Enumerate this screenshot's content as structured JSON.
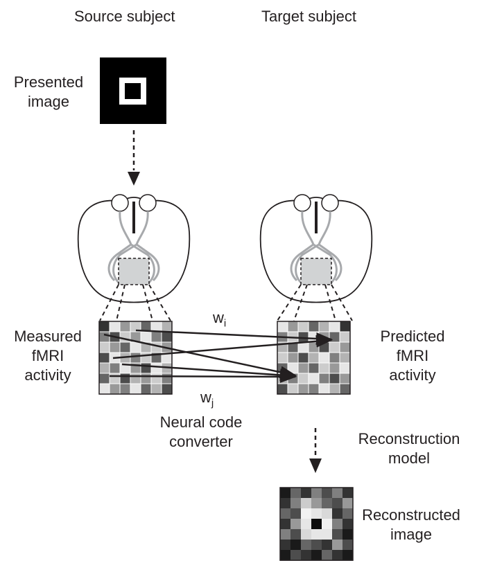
{
  "columns": {
    "source": "Source subject",
    "target": "Target subject"
  },
  "labels": {
    "presented_line1": "Presented",
    "presented_line2": "image",
    "measured_line1": "Measured",
    "measured_line2": "fMRI",
    "measured_line3": "activity",
    "predicted_line1": "Predicted",
    "predicted_line2": "fMRI",
    "predicted_line3": "activity",
    "weight_i_base": "w",
    "weight_i_sub": "i",
    "weight_j_base": "w",
    "weight_j_sub": "j",
    "converter_line1": "Neural code",
    "converter_line2": "converter",
    "recon_model_line1": "Reconstruction",
    "recon_model_line2": "model",
    "recon_image_line1": "Reconstructed",
    "recon_image_line2": "image"
  },
  "colors": {
    "text": "#231f20",
    "brain_outline": "#231f20",
    "brain_pathway": "#a7a9ac",
    "roi_fill": "#d1d3d4"
  },
  "voxel_grid_size": 7,
  "source_voxels": [
    [
      0.2,
      0.9,
      0.6,
      0.8,
      0.4,
      0.9,
      0.7
    ],
    [
      0.5,
      0.3,
      0.8,
      0.6,
      0.9,
      0.5,
      0.3
    ],
    [
      0.8,
      0.6,
      0.4,
      0.9,
      0.7,
      0.8,
      0.6
    ],
    [
      0.3,
      0.9,
      0.7,
      0.5,
      0.8,
      0.4,
      0.9
    ],
    [
      0.7,
      0.5,
      0.9,
      0.6,
      0.3,
      0.9,
      0.7
    ],
    [
      0.4,
      0.8,
      0.3,
      0.7,
      0.6,
      0.8,
      0.5
    ],
    [
      0.9,
      0.6,
      0.5,
      0.9,
      0.4,
      0.7,
      0.3
    ]
  ],
  "target_voxels": [
    [
      0.9,
      0.6,
      0.8,
      0.4,
      0.7,
      0.9,
      0.2
    ],
    [
      0.5,
      0.8,
      0.3,
      0.9,
      0.6,
      0.4,
      0.8
    ],
    [
      0.7,
      0.4,
      0.9,
      0.6,
      0.3,
      0.8,
      0.6
    ],
    [
      0.8,
      0.6,
      0.3,
      0.7,
      0.9,
      0.5,
      0.7
    ],
    [
      0.4,
      0.9,
      0.6,
      0.4,
      0.8,
      0.6,
      0.9
    ],
    [
      0.7,
      0.5,
      0.8,
      0.9,
      0.5,
      0.3,
      0.6
    ],
    [
      0.3,
      0.8,
      0.6,
      0.5,
      0.9,
      0.7,
      0.4
    ]
  ],
  "reconstruction_pixels": [
    [
      0.1,
      0.4,
      0.2,
      0.5,
      0.3,
      0.5,
      0.2
    ],
    [
      0.2,
      0.5,
      0.8,
      0.6,
      0.4,
      0.3,
      0.6
    ],
    [
      0.4,
      0.3,
      0.95,
      0.9,
      0.85,
      0.2,
      0.4
    ],
    [
      0.2,
      0.6,
      0.9,
      0.05,
      0.95,
      0.5,
      0.2
    ],
    [
      0.5,
      0.3,
      0.85,
      0.9,
      0.9,
      0.3,
      0.1
    ],
    [
      0.2,
      0.1,
      0.4,
      0.3,
      0.2,
      0.6,
      0.3
    ],
    [
      0.1,
      0.3,
      0.2,
      0.1,
      0.4,
      0.2,
      0.1
    ]
  ]
}
